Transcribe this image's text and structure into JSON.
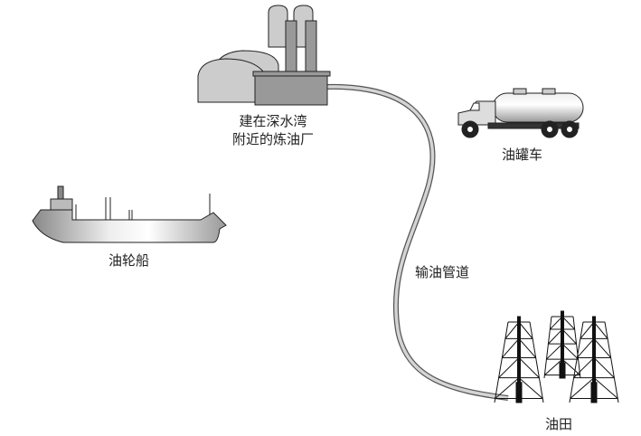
{
  "labels": {
    "refinery_line1": "建在深水湾",
    "refinery_line2": "附近的炼油厂",
    "tanker_truck": "油罐车",
    "oil_tanker": "油轮船",
    "pipeline": "输油管道",
    "oil_field": "油田"
  },
  "colors": {
    "refinery_dark": "#999999",
    "refinery_light": "#cccccc",
    "pipe": "#c8c8c8",
    "outline": "#222222"
  }
}
